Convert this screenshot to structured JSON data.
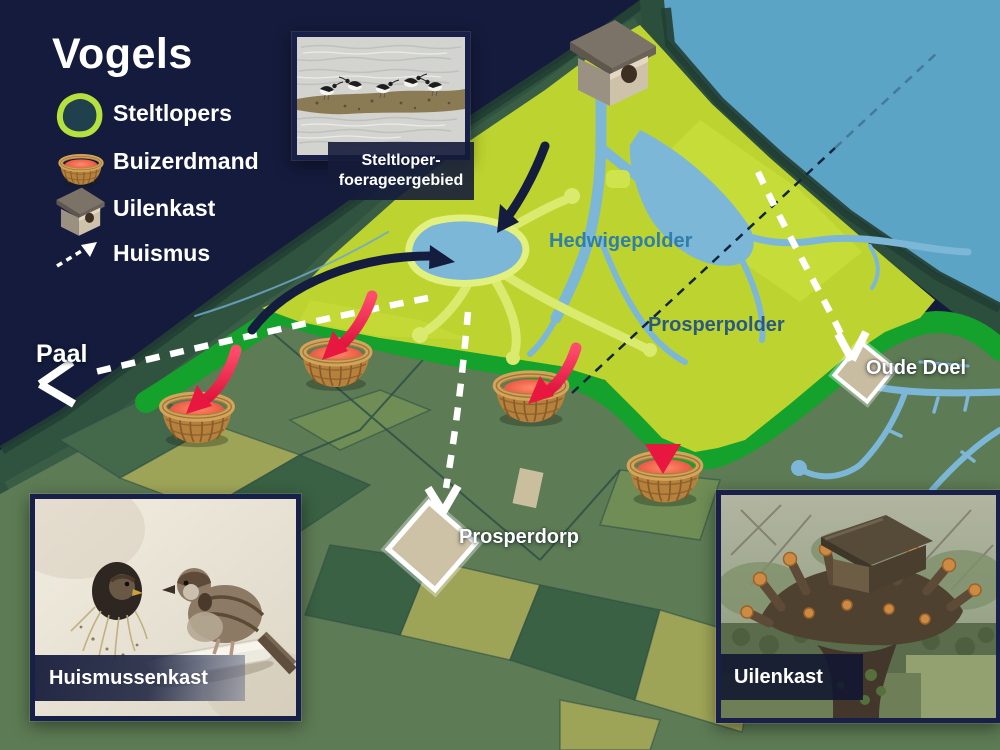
{
  "title": "Vogels",
  "legend": {
    "items": [
      {
        "icon": "wader-area-icon",
        "label": "Steltlopers"
      },
      {
        "icon": "buzzard-basket-icon",
        "label": "Buizerdmand"
      },
      {
        "icon": "owl-nestbox-icon",
        "label": "Uilenkast"
      },
      {
        "icon": "house-sparrow-route-icon",
        "label": "Huismus"
      }
    ]
  },
  "map": {
    "labels": {
      "hedwigepolder": "Hedwigepolder",
      "prosperpolder": "Prosperpolder",
      "paal": "Paal",
      "oude_doel": "Oude Doel",
      "prosperdorp": "Prosperdorp"
    }
  },
  "photos": {
    "steltloper": {
      "caption_line1": "Steltloper-",
      "caption_line2": "foerageergebied"
    },
    "huismus": {
      "caption": "Huismussenkast"
    },
    "uilenkast": {
      "caption": "Uilenkast"
    }
  },
  "colors": {
    "navy_water": "#141b3c",
    "teal_water": "#5ca4c5",
    "polder_lime": "#bdd32f",
    "dike_dark": "#2f5240",
    "dike_bright_green": "#14a12c",
    "farmland": "#5d7b54",
    "creek_blue": "#7db7d8",
    "arrow_red": "#ef2350",
    "arrow_navy": "#141d3e",
    "path_lime": "#d9ea6e",
    "basket_wicker": "#b5813d",
    "village_marker": "#cec2a6"
  }
}
